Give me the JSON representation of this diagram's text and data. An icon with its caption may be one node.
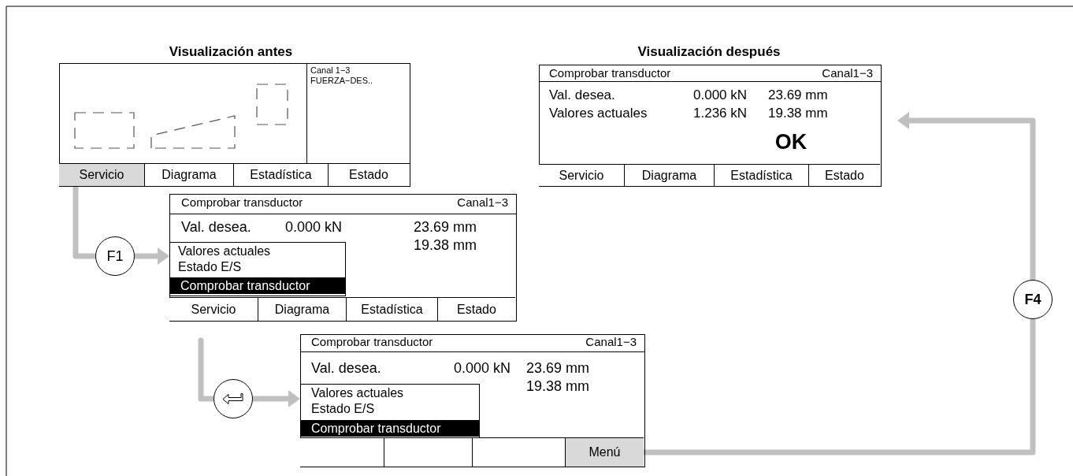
{
  "diagram": {
    "nodes": [
      {
        "text": [],
        "shape": "box"
      },
      {
        "text": [
          "Canal 1−3",
          "FUERZA−DES.."
        ],
        "in": 0
      },
      {
        "text": [
          "Servicio"
        ],
        "in": 0
      },
      {
        "text": [
          "Diagrama"
        ],
        "in": 0
      },
      {
        "text": [
          "Estadística"
        ],
        "in": 0
      },
      {
        "text": [
          "Estado"
        ],
        "in": 0
      },
      {
        "text": [
          "Comprobar transductor",
          "Canal1−3",
          "Val. desea.",
          "0.000 kN",
          "23.69 mm",
          "19.38 mm"
        ]
      },
      {
        "text": [
          "Valores actuales",
          "Estado E/S"
        ],
        "in": 6
      },
      {
        "text": [
          "Comprobar transductor"
        ],
        "in": 7
      },
      {
        "text": [
          "Servicio"
        ],
        "in": 6
      },
      {
        "text": [
          "Diagrama"
        ],
        "in": 6
      },
      {
        "text": [
          "Estadística"
        ],
        "in": 6
      },
      {
        "text": [
          "Estado"
        ],
        "in": 6
      },
      {
        "text": [
          "Comprobar transductor",
          "Canal1−3",
          "Val. desea.",
          "0.000 kN",
          "23.69 mm",
          "19.38 mm"
        ]
      },
      {
        "text": [
          "Valores actuales",
          "Estado E/S"
        ],
        "in": 13
      },
      {
        "text": [
          "Comprobar transductor"
        ],
        "in": 14
      },
      {
        "text": [],
        "shape": "box",
        "in": 13
      },
      {
        "text": [],
        "shape": "box",
        "in": 13
      },
      {
        "text": [],
        "shape": "box",
        "in": 13
      },
      {
        "text": [
          "Menú"
        ],
        "in": 13
      },
      {
        "text": [
          "Comprobar transductor",
          "Canal1−3",
          "Val. desea.",
          "0.000 kN",
          "23.69 mm",
          "Valores actuales",
          "1.236 kN",
          "19.38 mm",
          "OK"
        ]
      },
      {
        "text": [
          "Servicio"
        ],
        "in": 20
      },
      {
        "text": [
          "Diagrama"
        ],
        "in": 20
      },
      {
        "text": [
          "Estadística"
        ],
        "in": 20
      },
      {
        "text": [
          "Estado"
        ],
        "in": 20
      },
      {
        "text": [
          "F1"
        ]
      },
      {
        "text": [],
        "shape": "circle"
      },
      {
        "text": [
          "F4"
        ]
      }
    ],
    "edges": [
      {
        "from": 2,
        "to": 25,
        "arrow": "none"
      },
      {
        "from": 25,
        "to": 6,
        "arrow": "to"
      },
      {
        "from": 6,
        "to": 26,
        "arrow": "none"
      },
      {
        "from": 26,
        "to": 13,
        "arrow": "to"
      },
      {
        "from": 19,
        "to": 27,
        "arrow": "none"
      },
      {
        "from": 27,
        "to": 20,
        "arrow": "to"
      }
    ],
    "labels": [
      "Visualización antes",
      "Visualización después"
    ]
  }
}
